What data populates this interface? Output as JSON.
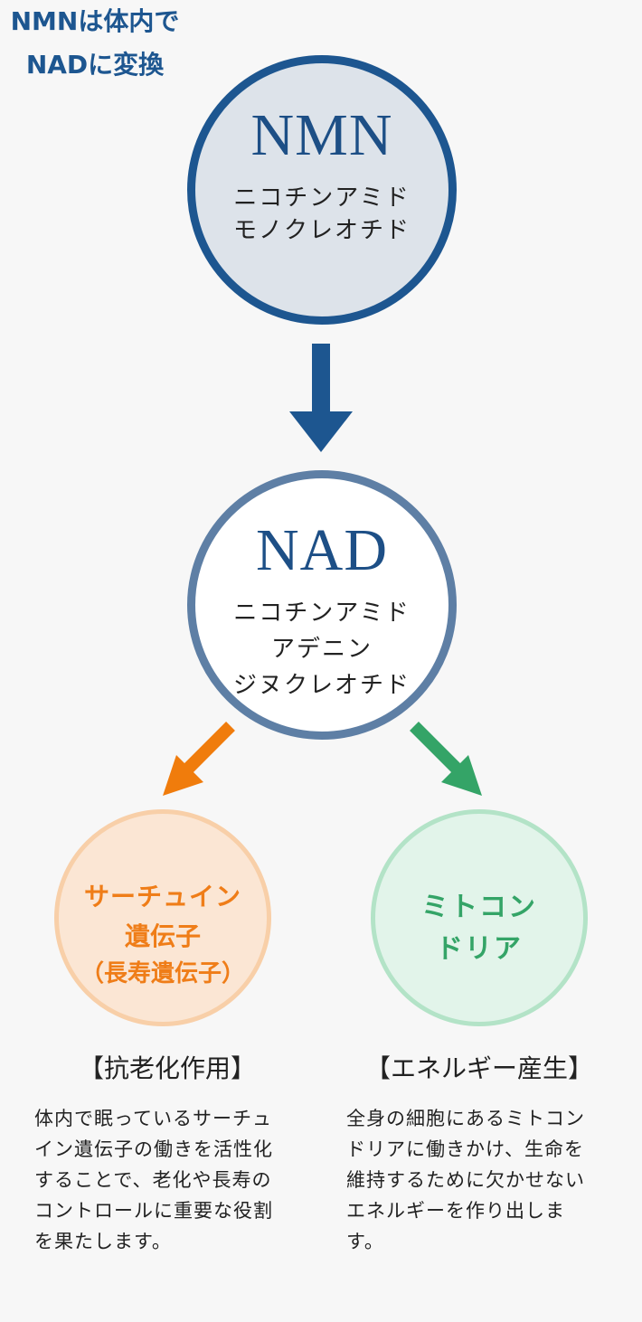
{
  "nmn": {
    "title": "NMN",
    "subtitle_line1": "ニコチンアミド",
    "subtitle_line2": "モノクレオチド"
  },
  "conversion": {
    "line1": "NMNは体内で",
    "line2": "NADに変換"
  },
  "nad": {
    "title": "NAD",
    "subtitle_line1": "ニコチンアミド",
    "subtitle_line2": "アデニン",
    "subtitle_line3": "ジヌクレオチド"
  },
  "sirtuin": {
    "line1": "サーチュイン",
    "line2": "遺伝子",
    "line3": "（長寿遺伝子）"
  },
  "mitochondria": {
    "line1": "ミトコン",
    "line2": "ドリア"
  },
  "left_section": {
    "heading": "【抗老化作用】",
    "description_lines": [
      "体内で眠っているサーチュ",
      "イン遺伝子の働きを活性化",
      "することで、老化や長寿の",
      "コントロールに重要な役割",
      "を果たします。"
    ]
  },
  "right_section": {
    "heading": "【エネルギー産生】",
    "description_lines": [
      "全身の細胞にあるミトコン",
      "ドリアに働きかけ、生命を",
      "維持するために欠かせない",
      "エネルギーを作り出しま",
      "す。"
    ]
  },
  "colors": {
    "nmn_border": "#1d5690",
    "nmn_fill": "#dde3ea",
    "nad_border": "#5e7fa5",
    "arrow_blue": "#1d5690",
    "arrow_orange": "#f07c0c",
    "arrow_green": "#34a467",
    "sirtuin_text": "#ef7d18",
    "mito_text": "#34a467"
  }
}
